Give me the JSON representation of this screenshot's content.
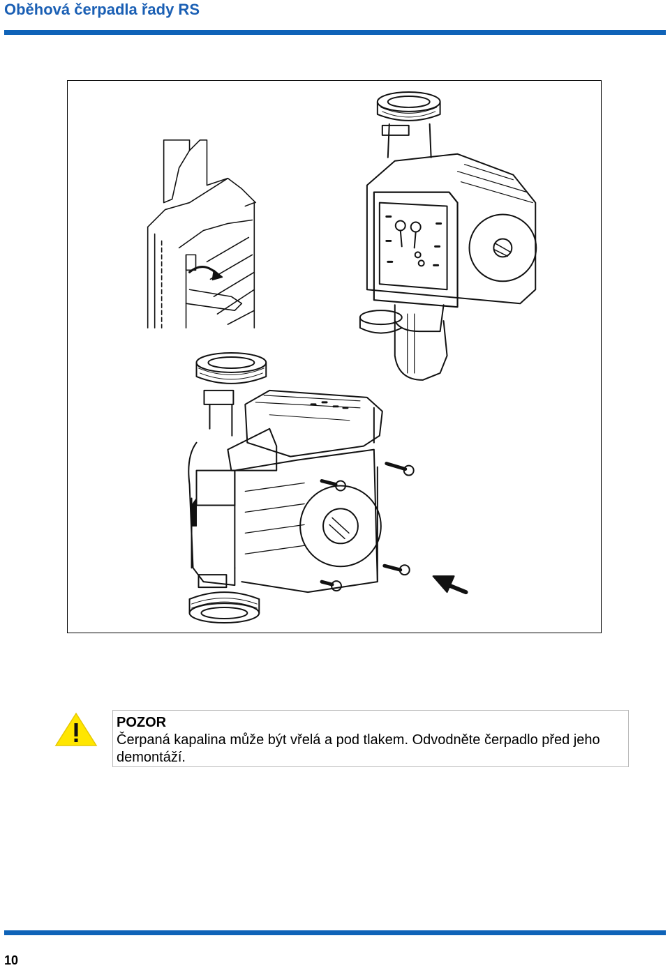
{
  "header": {
    "title": "Oběhová čerpadla řady RS"
  },
  "figure": {
    "image": "circulation-pump-disassembly-diagram"
  },
  "warning": {
    "icon": "warning-triangle-icon",
    "title": "POZOR",
    "text": "Čerpaná kapalina může být vřelá a pod tlakem. Odvodněte čerpadlo před jeho demontáží."
  },
  "footer": {
    "page_number": "10"
  },
  "colors": {
    "accent": "#0f63b8",
    "warning_yellow": "#ffe600"
  }
}
